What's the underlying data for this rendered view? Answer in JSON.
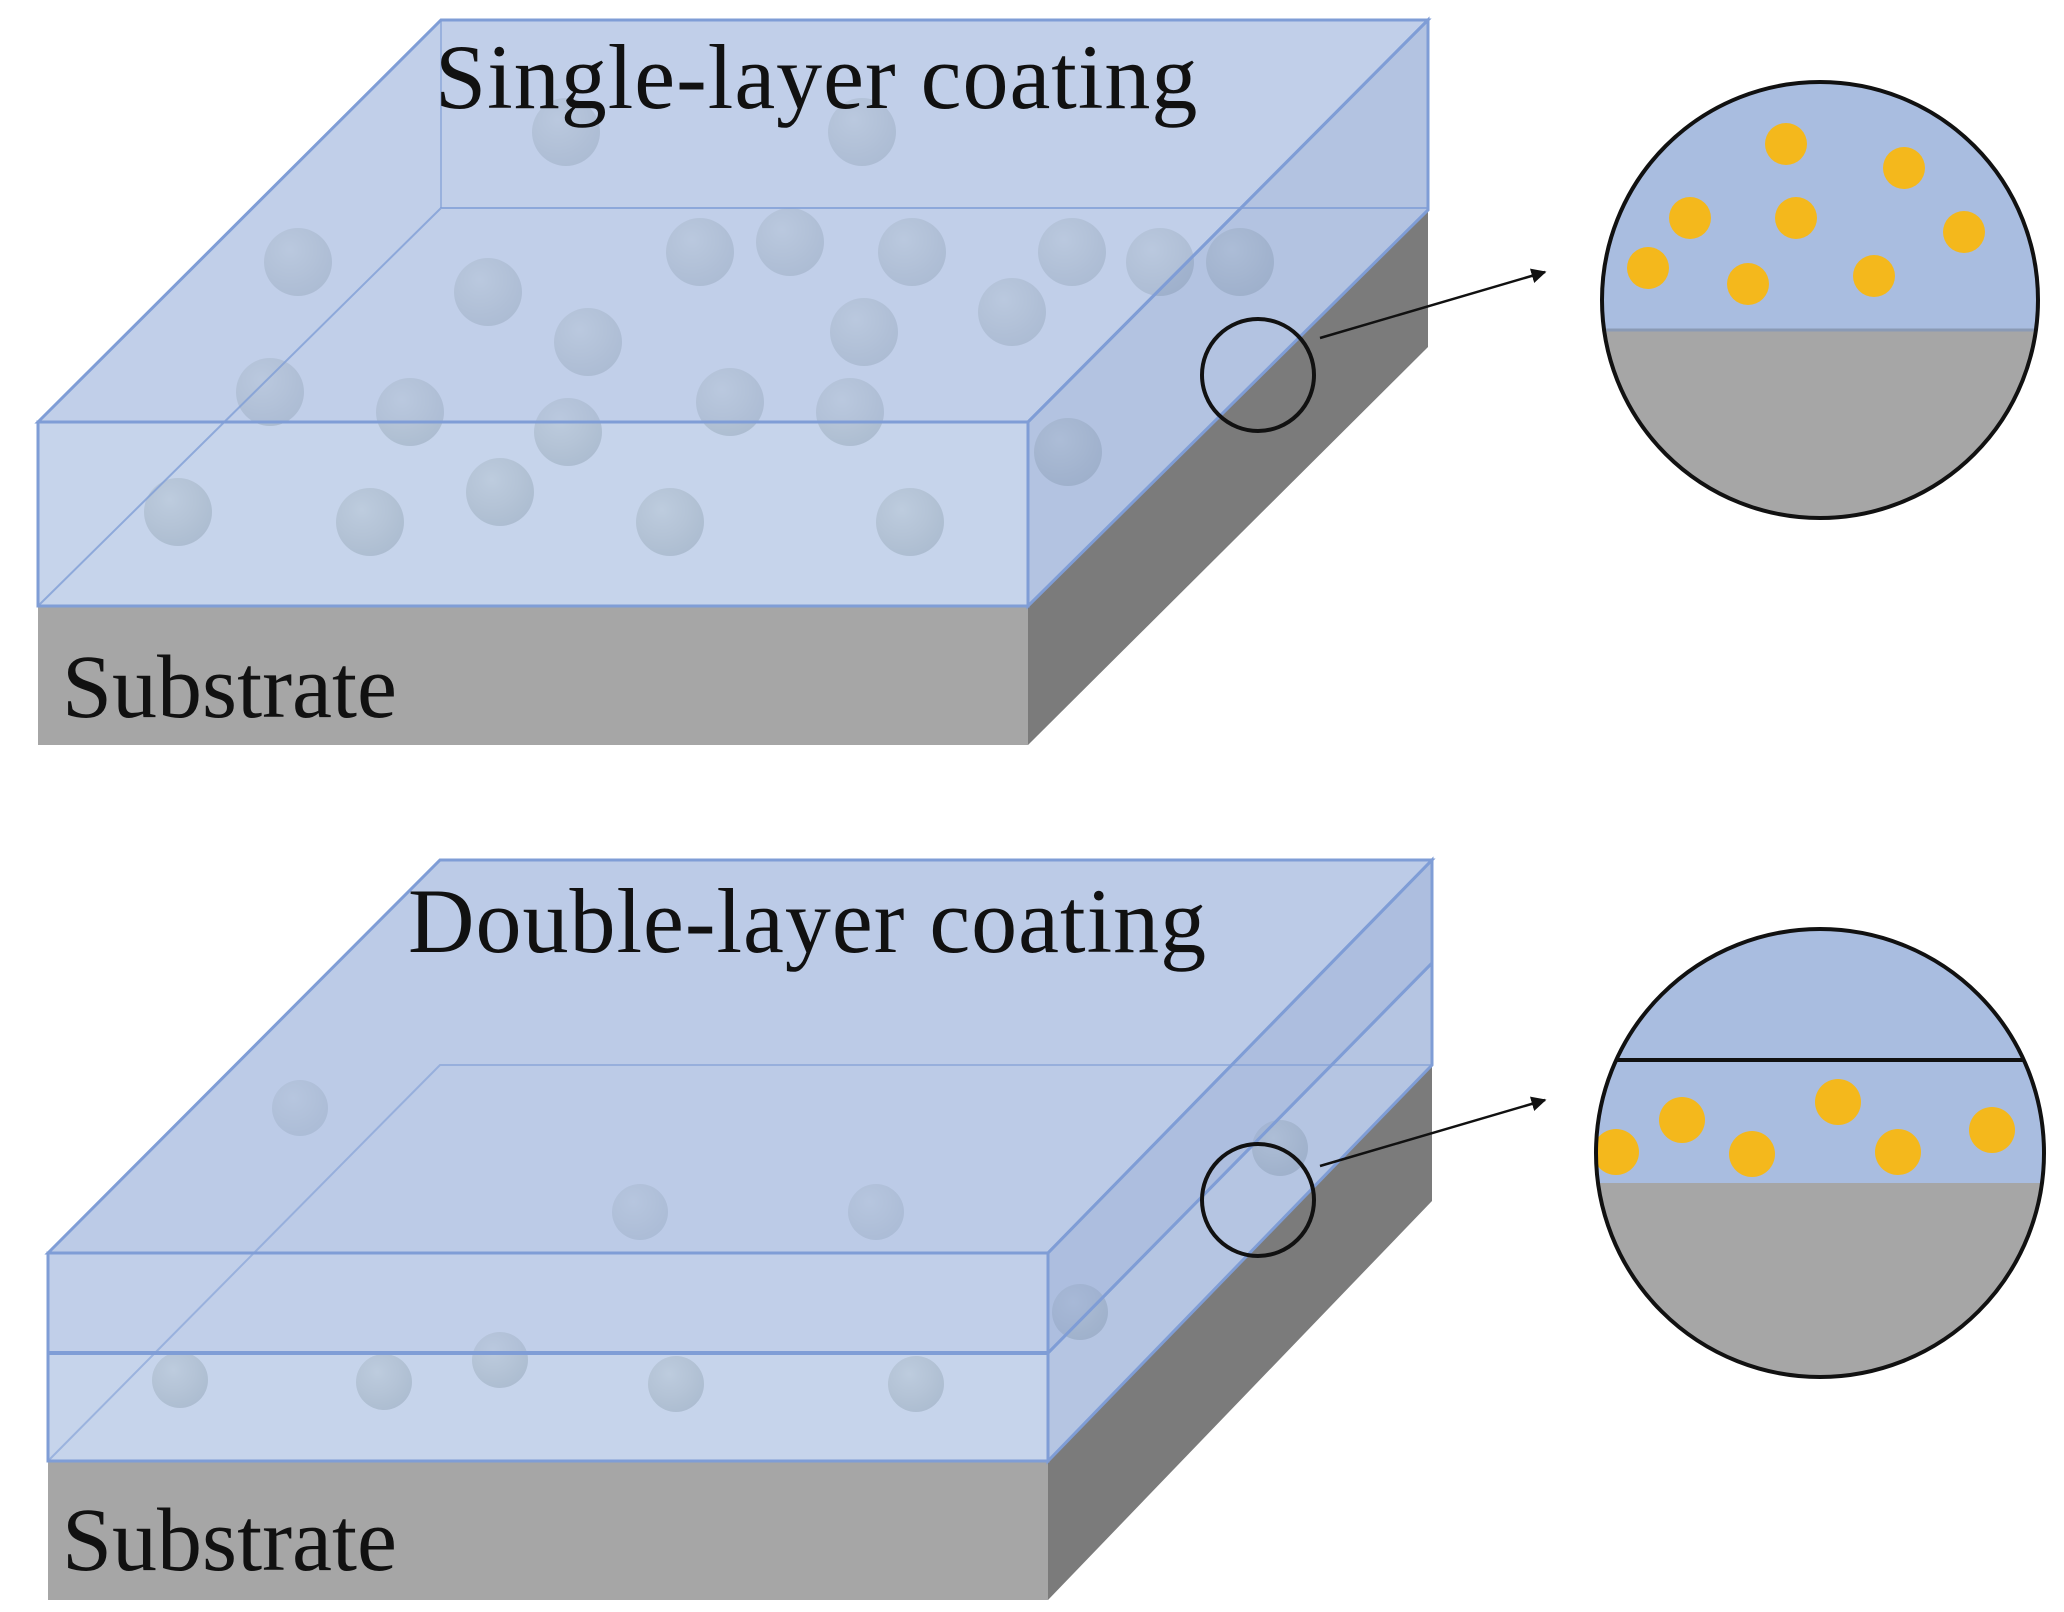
{
  "panels": {
    "single": {
      "title": "Single-layer coating",
      "substrate_label": "Substrate"
    },
    "double": {
      "title": "Double-layer coating",
      "substrate_label": "Substrate"
    }
  },
  "colors": {
    "coating_fill": "#a9bde0",
    "coating_edge": "#7f9dd6",
    "substrate_front": "#a6a6a6",
    "substrate_side": "#7b7b7b",
    "particle": "#f4b81c",
    "background": "#ffffff",
    "line": "#111111"
  }
}
